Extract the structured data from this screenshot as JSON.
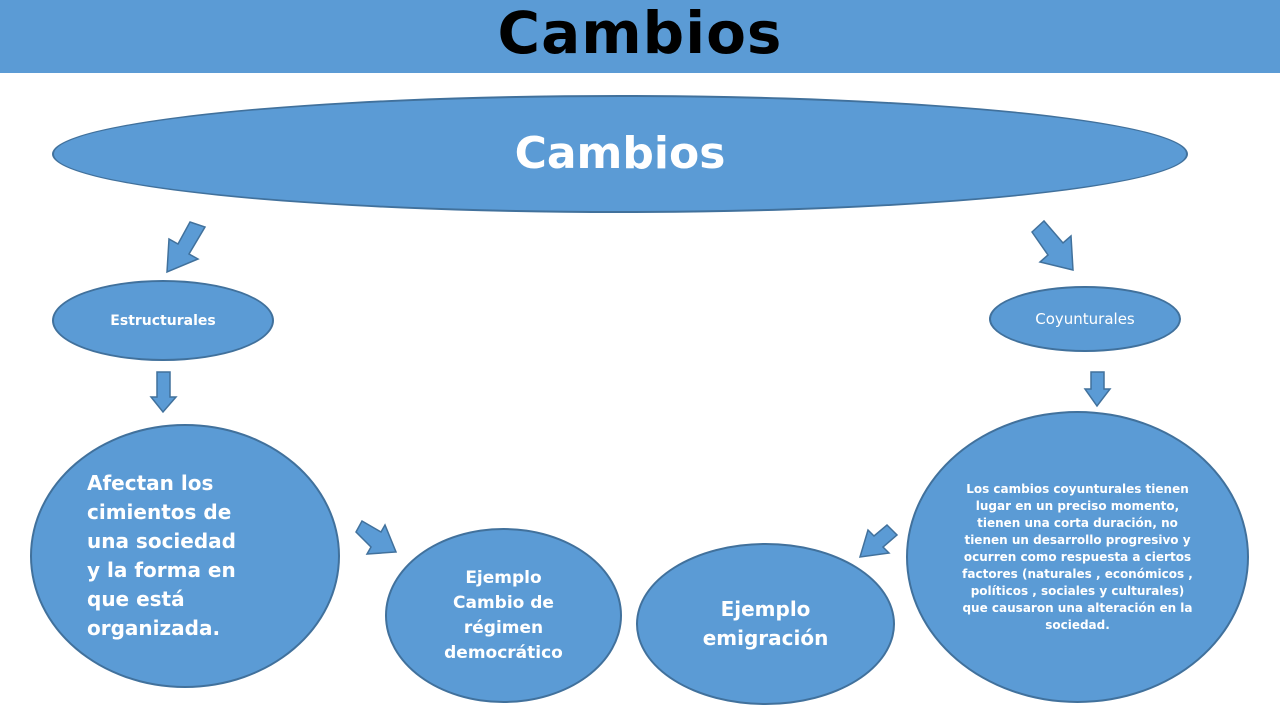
{
  "banner": {
    "title": "Cambios"
  },
  "nodes": {
    "main": "Cambios",
    "estructurales": "Estructurales",
    "coyunturales": "Coyunturales",
    "afectan": "Afectan los\ncimientos de\nuna sociedad\ny la forma en\nque está\norganizada.",
    "ejemplo_cambio": "Ejemplo\nCambio de\nrégimen\ndemocrático",
    "ejemplo_emigracion": "Ejemplo\nemigración",
    "coyunturales_desc": "Los cambios coyunturales tienen lugar en un preciso momento, tienen una corta duración, no tienen un desarrollo progresivo y ocurren como respuesta a ciertos factores (naturales , económicos , políticos , sociales y culturales) que causaron una alteración en la sociedad."
  },
  "colors": {
    "banner": "#5b9bd5",
    "node_fill": "#5b9bd5",
    "node_border": "#41719c",
    "text_light": "#ffffff",
    "text_dark": "#000000"
  },
  "icons": [
    "arrow-down-left-icon",
    "arrow-down-right-icon",
    "arrow-down-icon"
  ]
}
